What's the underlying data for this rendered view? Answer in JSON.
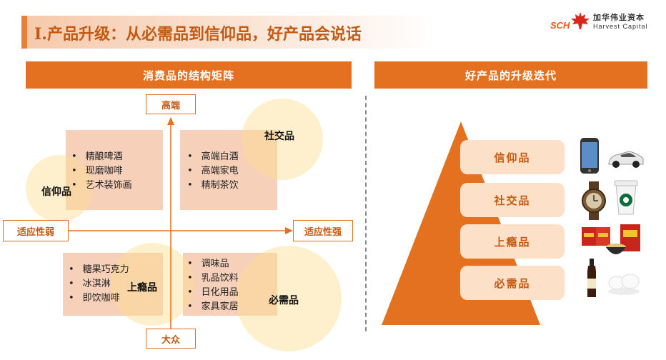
{
  "title": "I.产品升级：从必需品到信仰品，好产品会说话",
  "logo": {
    "brand": "SCH",
    "name_cn": "加华伟业资本",
    "name_en": "Harvest Capital"
  },
  "left_section": {
    "header": "消费品的结构矩阵",
    "axes": {
      "top": "高端",
      "bottom": "大众",
      "left": "适应性弱",
      "right": "适应性强"
    },
    "quadrants": {
      "top_left": [
        "精酿啤酒",
        "现磨咖啡",
        "艺术装饰画"
      ],
      "top_right": [
        "高端白酒",
        "高端家电",
        "精制茶饮"
      ],
      "bottom_left": [
        "糖果巧克力",
        "冰淇淋",
        "即饮咖啡"
      ],
      "bottom_right": [
        "调味品",
        "乳品饮料",
        "日化用品",
        "家具家居"
      ]
    },
    "circles": {
      "xinyang": "信仰品",
      "shejiao": "社交品",
      "shangyin": "上瘾品",
      "bixu": "必需品"
    }
  },
  "right_section": {
    "header": "好产品的升级迭代",
    "levels": [
      "信仰品",
      "社交品",
      "上瘾品",
      "必需品"
    ]
  },
  "colors": {
    "accent": "#e4711f",
    "title_text": "#c45a12",
    "quadrant_fill": "#f4b899",
    "circle_fill": "#fde7a8",
    "pyramid_fill": "#e4711f",
    "label_fill": "#fde0c8"
  },
  "icons": [
    "maple-leaf-icon",
    "smartphone-icon",
    "sports-car-icon",
    "watch-icon",
    "coffee-cup-icon",
    "snack-box-icon",
    "noodle-bowl-icon",
    "soy-sauce-bottle-icon",
    "steamed-bun-icon"
  ]
}
